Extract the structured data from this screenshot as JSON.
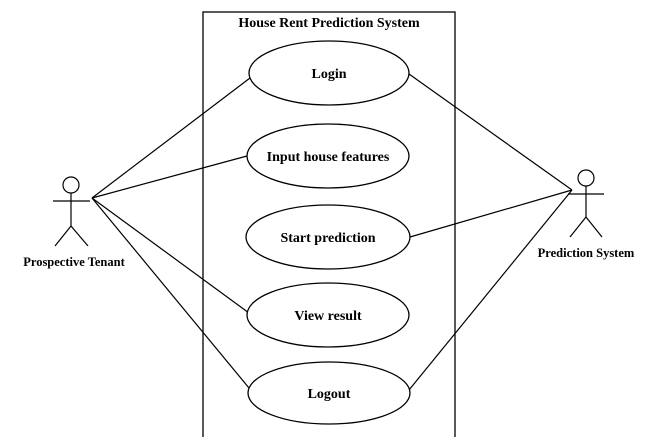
{
  "system": {
    "title": "House Rent Prediction System"
  },
  "actors": {
    "tenant": {
      "label": "Prospective Tenant"
    },
    "predictor": {
      "label": "Prediction System"
    }
  },
  "use_cases": [
    {
      "label": "Login"
    },
    {
      "label": "Input house features"
    },
    {
      "label": "Start prediction"
    },
    {
      "label": "View result"
    },
    {
      "label": "Logout"
    }
  ],
  "associations": [
    {
      "from": "Prospective Tenant",
      "to": "Login"
    },
    {
      "from": "Prospective Tenant",
      "to": "Input house features"
    },
    {
      "from": "Prospective Tenant",
      "to": "View result"
    },
    {
      "from": "Prospective Tenant",
      "to": "Logout"
    },
    {
      "from": "Prediction System",
      "to": "Login"
    },
    {
      "from": "Prediction System",
      "to": "Start prediction"
    },
    {
      "from": "Prediction System",
      "to": "Logout"
    }
  ]
}
